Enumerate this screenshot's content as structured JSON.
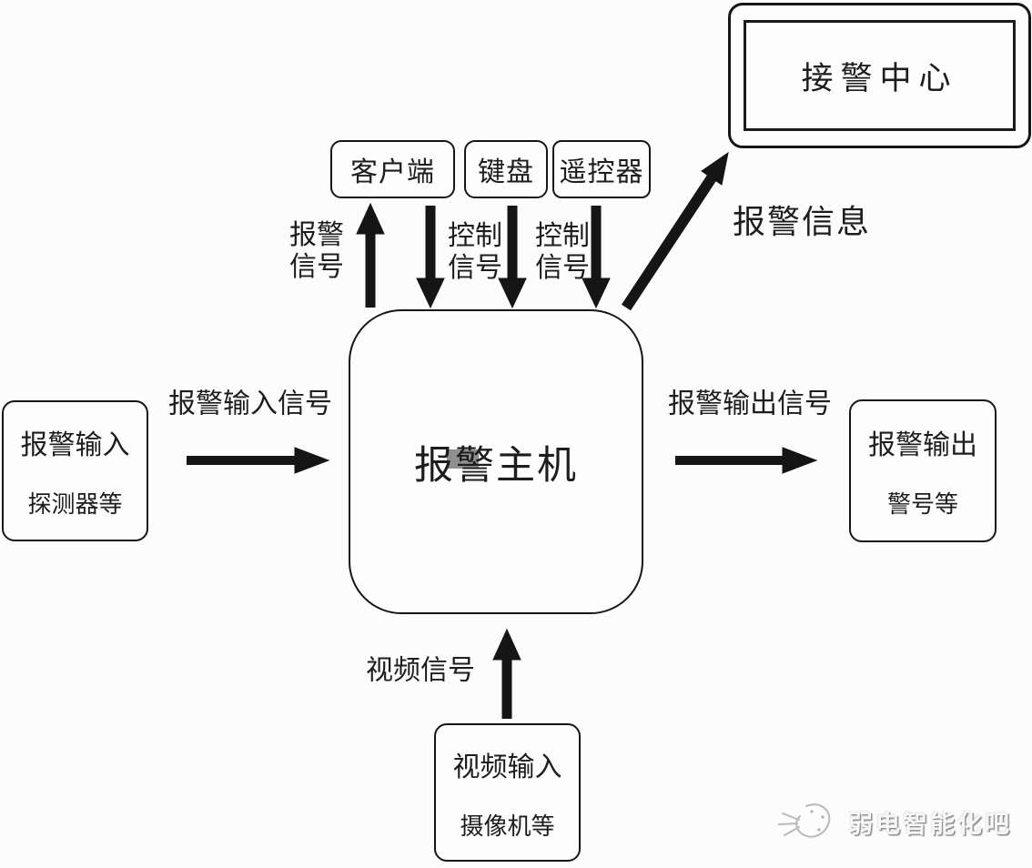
{
  "diagram": {
    "title_hint": "alarm-host-system-diagram",
    "ink_color": "#161616",
    "background": "#fcfcfc",
    "smudge_color": "#8f8f8f"
  },
  "nodes": {
    "client": {
      "label": "客户端"
    },
    "keyboard": {
      "label": "键盘"
    },
    "remote": {
      "label": "遥控器"
    },
    "alarm_center": {
      "label": "接警中心"
    },
    "alarm_host": {
      "label": "报警主机"
    },
    "alarm_input": {
      "title": "报警输入",
      "subtitle": "探测器等"
    },
    "alarm_output": {
      "title": "报警输出",
      "subtitle": "警号等"
    },
    "video_input": {
      "title": "视频输入",
      "subtitle": "摄像机等"
    }
  },
  "edges": {
    "alarm_signal": {
      "line1": "报警",
      "line2": "信号",
      "direction": "host-to-client-up"
    },
    "control_signal_1": {
      "line1": "控制",
      "line2": "信号",
      "direction": "client-to-host-down"
    },
    "control_signal_2": {
      "line1": "控制",
      "line2": "信号",
      "direction": "keyboard-remote-to-host-down"
    },
    "alarm_info": {
      "label": "报警信息",
      "direction": "host-to-alarm-center-diagonal"
    },
    "alarm_input_signal": {
      "label": "报警输入信号",
      "direction": "input-to-host-right"
    },
    "alarm_output_signal": {
      "label": "报警输出信号",
      "direction": "host-to-output-right"
    },
    "video_signal": {
      "label": "视频信号",
      "direction": "video-to-host-up"
    }
  },
  "watermark": {
    "icon": "mouse-logo-icon",
    "text": "弱电智能化吧"
  }
}
